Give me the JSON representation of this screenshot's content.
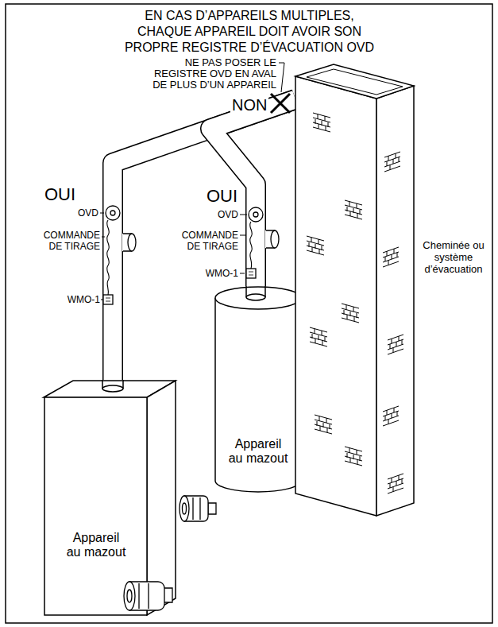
{
  "diagram": {
    "title": "EN CAS D’APPAREILS MULTIPLES, CHAQUE APPAREIL DOIT AVOIR SON PROPRE REGISTRE D’ÉVACUATION OVD",
    "nodes": [
      {
        "text": [
          "Appareil au mazout"
        ]
      },
      {
        "text": [
          "Appareil au mazout"
        ]
      },
      {
        "text": [
          "Cheminée ou système d’évacuation"
        ]
      }
    ],
    "edges": [
      {
        "from": 0,
        "to": 2,
        "arrow": "none"
      },
      {
        "from": 1,
        "to": 2,
        "arrow": "none"
      }
    ],
    "labels": [
      "NE PAS POSER LE REGISTRE OVD EN AVAL DE PLUS D’UN APPAREIL",
      "NON",
      "OUI",
      "OVD",
      "COMMANDE DE TIRAGE",
      "WMO-1",
      "OUI",
      "OVD",
      "COMMANDE DE TIRAGE",
      "WMO-1"
    ]
  }
}
